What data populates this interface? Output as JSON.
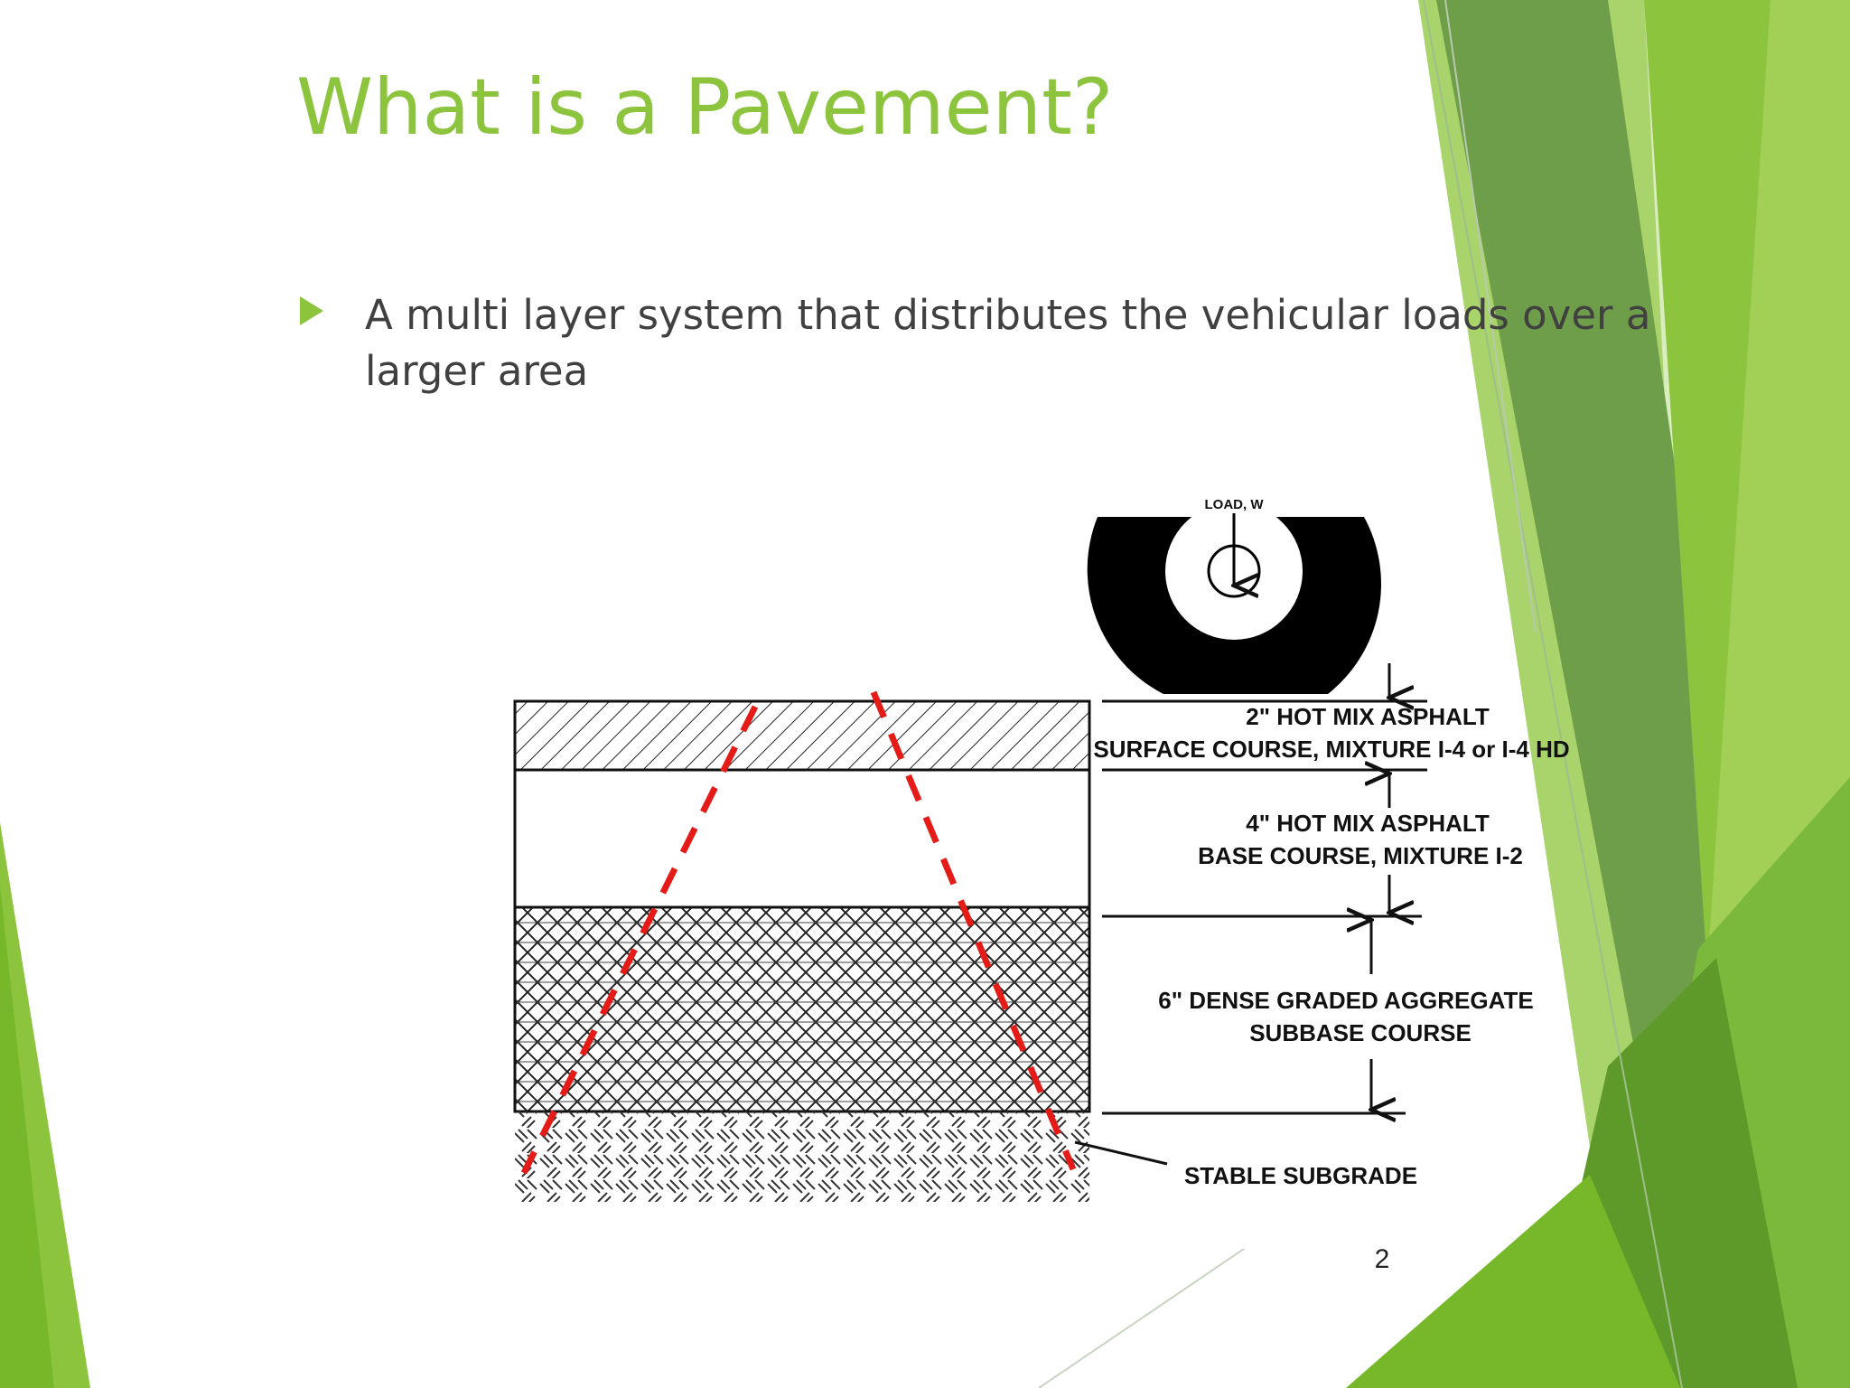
{
  "slide": {
    "title": "What is a Pavement?",
    "bullet": "A multi layer system that distributes the vehicular loads over a larger area",
    "page_number": "2"
  },
  "figure": {
    "load_label": "LOAD, W",
    "layers": [
      {
        "line1": "2\" HOT MIX ASPHALT",
        "line2": "SURFACE COURSE, MIXTURE I-4 or I-4 HD"
      },
      {
        "line1": "4\" HOT MIX ASPHALT",
        "line2": "BASE COURSE, MIXTURE I-2"
      },
      {
        "line1": "6\" DENSE GRADED AGGREGATE",
        "line2": "SUBBASE COURSE"
      }
    ],
    "subgrade_label": "STABLE SUBGRADE"
  },
  "theme": {
    "accent": "#8CC43E",
    "greens": [
      "#8CC43E",
      "#76B82A",
      "#5E9A2A",
      "#A7D36A",
      "#D4EBB2"
    ],
    "load_spread_line": "#E41B17"
  }
}
